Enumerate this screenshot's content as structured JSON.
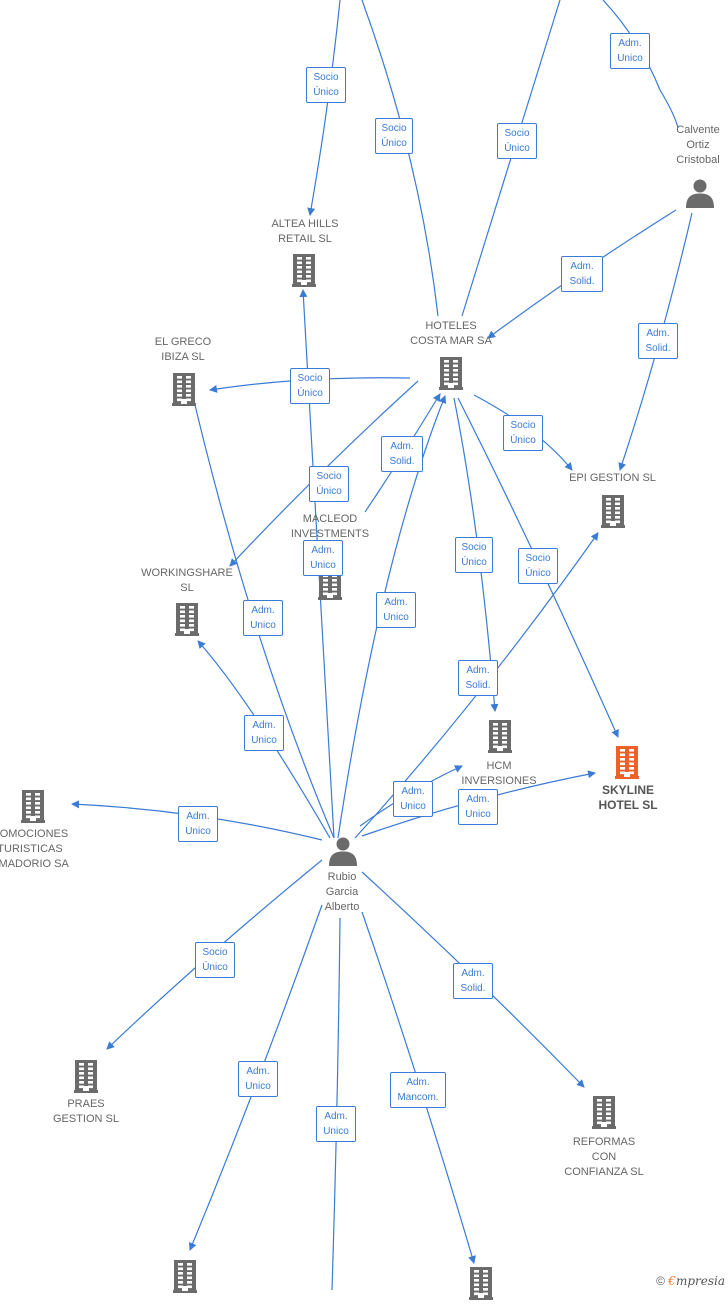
{
  "nodes": {
    "altea": {
      "label": "ALTEA HILLS\nRETAIL  SL",
      "type": "company",
      "color": "#6b6b6b"
    },
    "hoteles": {
      "label": "HOTELES\nCOSTA MAR SA",
      "type": "company",
      "color": "#6b6b6b"
    },
    "calvente": {
      "label": "Calvente\nOrtiz\nCristobal",
      "type": "person",
      "color": "#6b6b6b"
    },
    "elgreco": {
      "label": "EL GRECO\nIBIZA  SL",
      "type": "company",
      "color": "#6b6b6b"
    },
    "epi": {
      "label": "EPI GESTION SL",
      "type": "company",
      "color": "#6b6b6b"
    },
    "macleod": {
      "label": "MACLEOD\nINVESTMENTS",
      "type": "company",
      "color": "#6b6b6b"
    },
    "workingshare": {
      "label": "WORKINGSHARE\nSL",
      "type": "company",
      "color": "#6b6b6b"
    },
    "hcm": {
      "label": "HCM\nINVERSIONES",
      "type": "company",
      "color": "#6b6b6b"
    },
    "skyline": {
      "label": "SKYLINE\nHOTEL  SL",
      "type": "company",
      "color": "#f0602b"
    },
    "promociones": {
      "label": "ROMOCIONES\nTURISTICAS\nAMADORIO SA",
      "type": "company",
      "color": "#6b6b6b"
    },
    "rubio": {
      "label": "Rubio\nGarcia\nAlberto",
      "type": "person",
      "color": "#6b6b6b"
    },
    "praes": {
      "label": "PRAES\nGESTION  SL",
      "type": "company",
      "color": "#6b6b6b"
    },
    "reformas": {
      "label": "REFORMAS\nCON\nCONFIANZA  SL",
      "type": "company",
      "color": "#6b6b6b"
    },
    "bottom_left": {
      "label": "",
      "type": "company",
      "color": "#6b6b6b"
    },
    "bottom_right": {
      "label": "",
      "type": "company",
      "color": "#6b6b6b"
    }
  },
  "relations": [
    {
      "id": "r1",
      "label": "Socio\nÚnico"
    },
    {
      "id": "r2",
      "label": "Socio\nÚnico"
    },
    {
      "id": "r3",
      "label": "Socio\nÚnico"
    },
    {
      "id": "r4",
      "label": "Adm.\nUnico"
    },
    {
      "id": "r5",
      "label": "Adm.\nSolid."
    },
    {
      "id": "r6",
      "label": "Adm.\nSolid."
    },
    {
      "id": "r7",
      "label": "Socio\nÚnico"
    },
    {
      "id": "r8",
      "label": "Socio\nÚnico"
    },
    {
      "id": "r9",
      "label": "Adm.\nSolid."
    },
    {
      "id": "r10",
      "label": "Socio\nÚnico"
    },
    {
      "id": "r11",
      "label": "Adm.\nUnico"
    },
    {
      "id": "r12",
      "label": "Socio\nÚnico"
    },
    {
      "id": "r13",
      "label": "Socio\nÚnico"
    },
    {
      "id": "r14",
      "label": "Adm.\nUnico"
    },
    {
      "id": "r15",
      "label": "Adm.\nUnico"
    },
    {
      "id": "r16",
      "label": "Adm.\nSolid."
    },
    {
      "id": "r17",
      "label": "Adm.\nUnico"
    },
    {
      "id": "r18",
      "label": "Adm.\nUnico"
    },
    {
      "id": "r19",
      "label": "Adm.\nUnico"
    },
    {
      "id": "r20",
      "label": "Adm.\nUnico"
    },
    {
      "id": "r21",
      "label": "Socio\nÚnico"
    },
    {
      "id": "r22",
      "label": "Adm.\nSolid."
    },
    {
      "id": "r23",
      "label": "Adm.\nUnico"
    },
    {
      "id": "r24",
      "label": "Adm.\nUnico"
    },
    {
      "id": "r25",
      "label": "Adm.\nMancom."
    }
  ],
  "brand": {
    "copyright": "©",
    "initial": "€",
    "rest": "mpresia"
  },
  "colors": {
    "edge": "#3a7bd5",
    "icon": "#6b6b6b",
    "highlight": "#f0602b"
  }
}
